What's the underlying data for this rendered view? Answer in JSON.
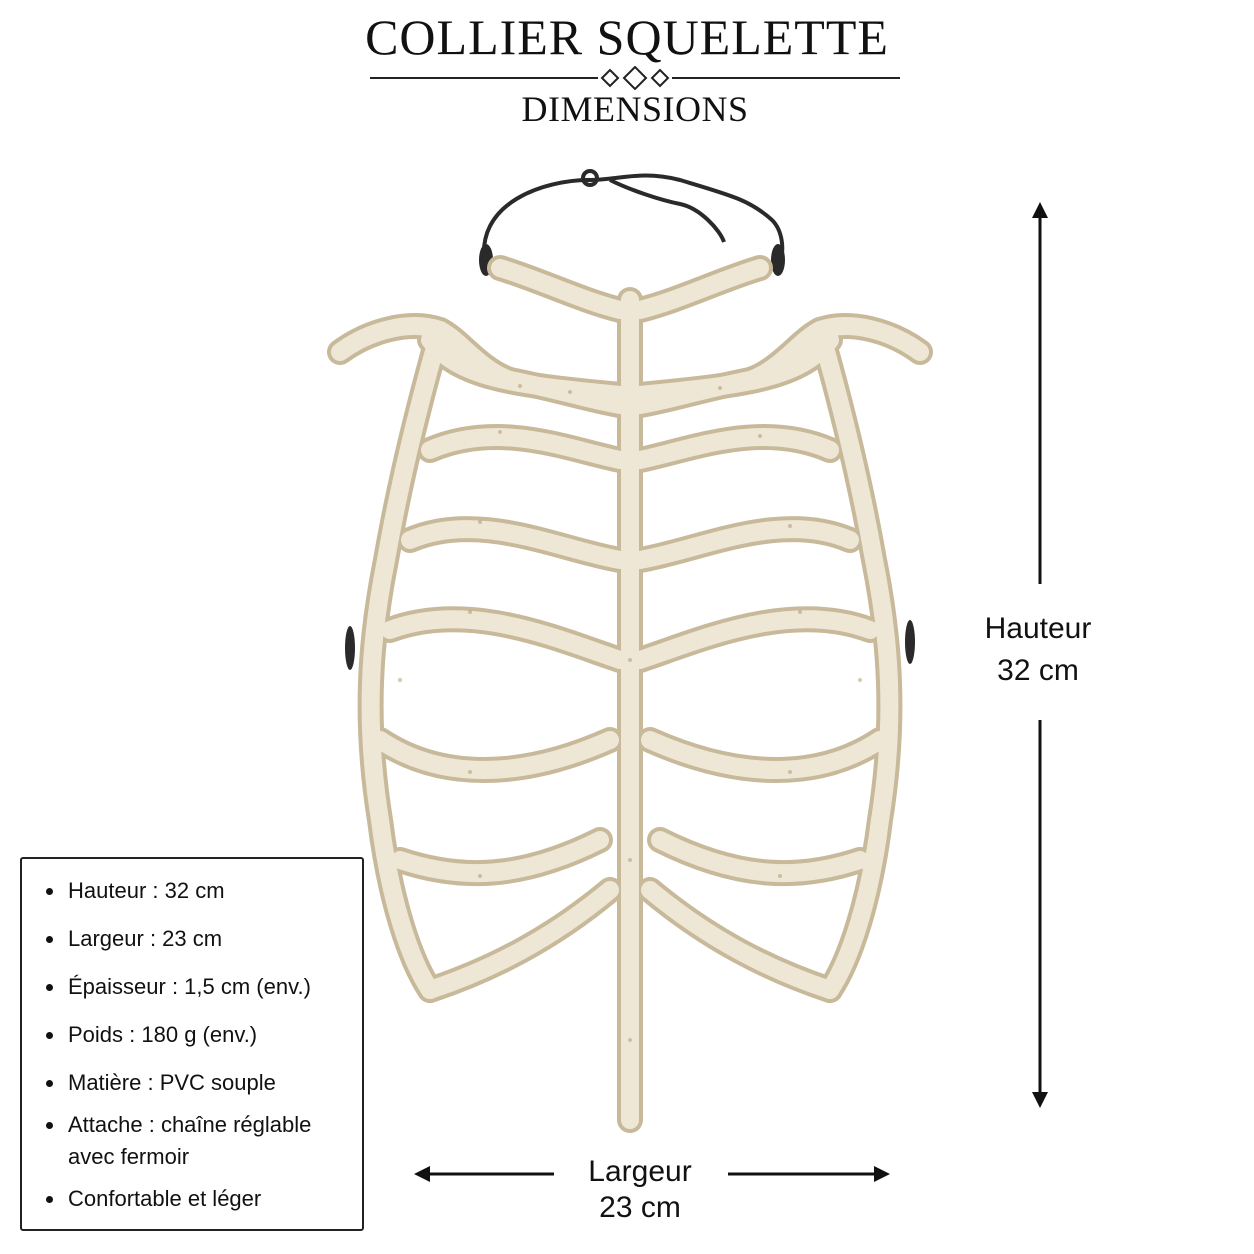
{
  "header": {
    "title": "COLLIER SQUELETTE",
    "subtitle": "DIMENSIONS"
  },
  "dimensions": {
    "height_label": "Hauteur",
    "height_value": "32 cm",
    "width_label": "Largeur",
    "width_value": "23 cm"
  },
  "specs": [
    "Hauteur : 32 cm",
    "Largeur : 23 cm",
    "Épaisseur : 1,5 cm (env.)",
    "Poids : 180 g (env.)",
    "Matière : PVC souple",
    "Attache : chaîne réglable avec fermoir",
    "Confortable et léger"
  ],
  "icons": {
    "divider": "diamond-divider-icon",
    "height_arrow": "double-arrow-vertical-icon",
    "width_arrow": "double-arrow-horizontal-icon"
  },
  "colors": {
    "bone": "#efe7d6",
    "bone_outline": "#c8b99a",
    "chain": "#2a2a2a",
    "text": "#111111"
  }
}
